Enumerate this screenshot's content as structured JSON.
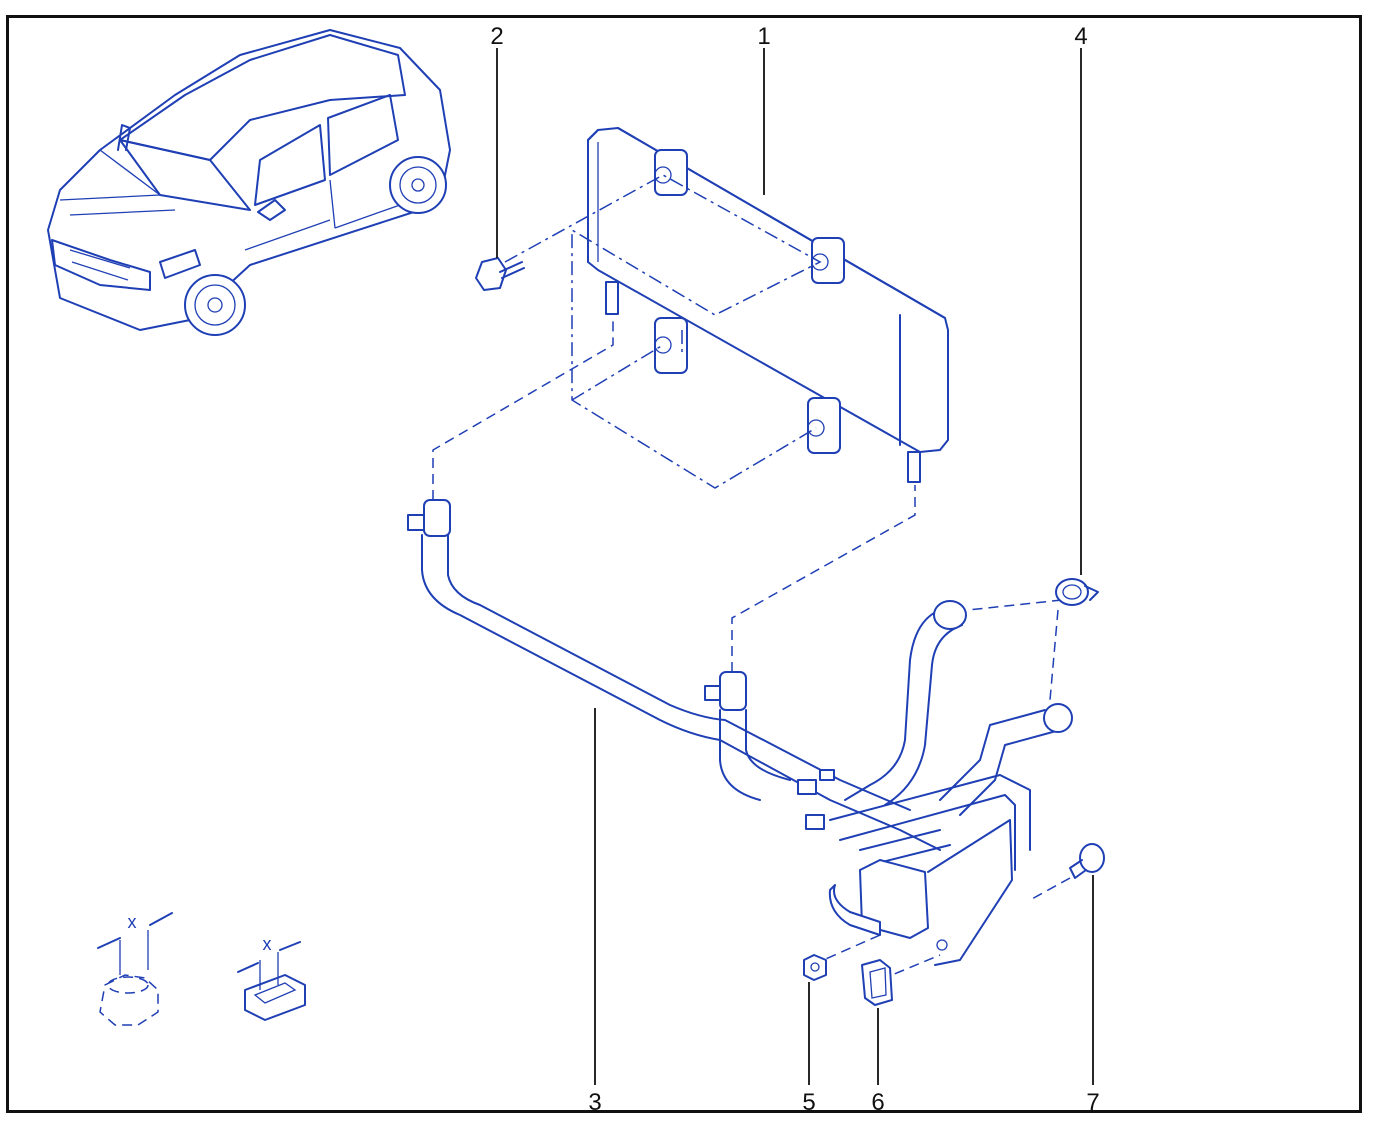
{
  "callouts": {
    "c1": "1",
    "c2": "2",
    "c3": "3",
    "c4": "4",
    "c5": "5",
    "c6": "6",
    "c7": "7"
  },
  "details": {
    "x_label_nut": "x",
    "x_label_clip": "x"
  },
  "colors": {
    "line": "#1f3fb5",
    "text": "#111111",
    "border": "#111111"
  }
}
